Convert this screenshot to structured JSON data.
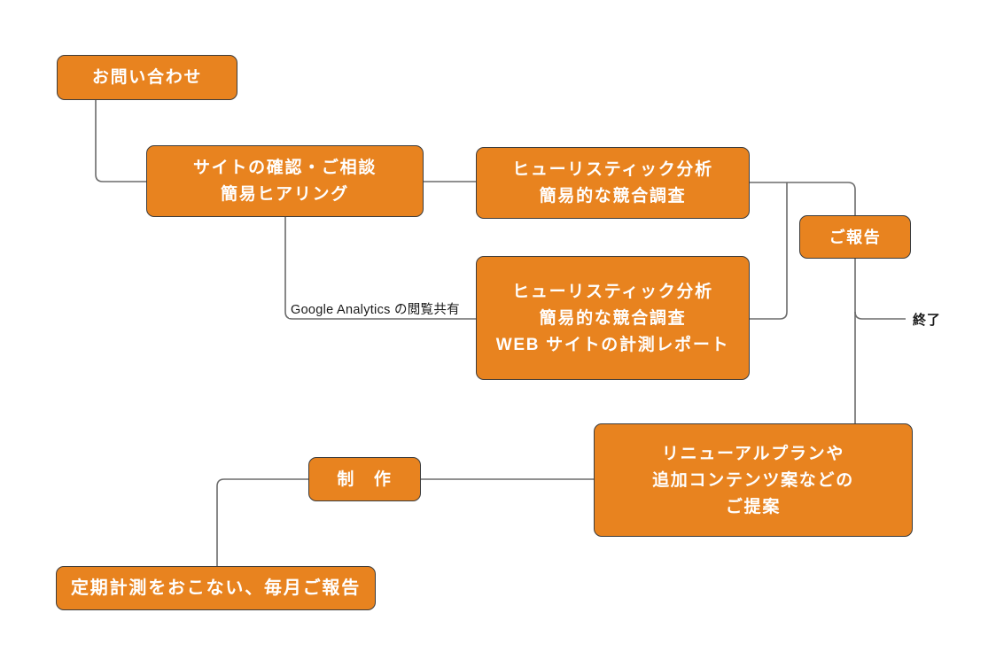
{
  "diagram": {
    "title_text": "",
    "colors": {
      "node_fill": "#e8831f",
      "node_border": "#3c3c3c",
      "node_text": "#ffffff",
      "connector": "#6b6b6b",
      "label_text": "#1a1a1a",
      "background": "#ffffff"
    },
    "nodes": [
      {
        "id": "inquiry",
        "lines": [
          "お問い合わせ"
        ]
      },
      {
        "id": "site-check",
        "lines": [
          "サイトの確認・ご相談",
          "簡易ヒアリング"
        ]
      },
      {
        "id": "heuristic-basic",
        "lines": [
          "ヒューリスティック分析",
          "簡易的な競合調査"
        ]
      },
      {
        "id": "heuristic-full",
        "lines": [
          "ヒューリスティック分析",
          "簡易的な競合調査",
          "WEB サイトの計測レポート"
        ]
      },
      {
        "id": "report",
        "lines": [
          "ご報告"
        ]
      },
      {
        "id": "proposal",
        "lines": [
          "リニューアルプランや",
          "追加コンテンツ案などの",
          "ご提案"
        ]
      },
      {
        "id": "production",
        "lines": [
          "制　作"
        ]
      },
      {
        "id": "monthly-report",
        "lines": [
          "定期計測をおこない、毎月ご報告"
        ]
      }
    ],
    "edge_labels": [
      {
        "id": "ga-share",
        "text": "Google Analytics の閲覧共有"
      },
      {
        "id": "end",
        "text": "終了"
      }
    ]
  }
}
